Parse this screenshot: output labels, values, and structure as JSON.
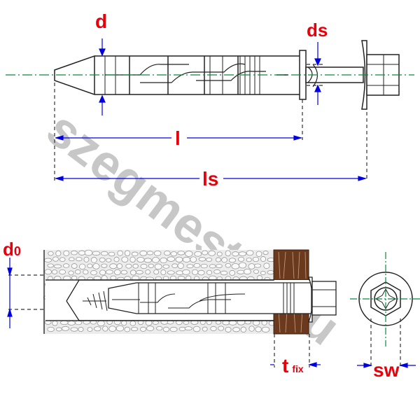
{
  "watermark": "szegmester.hu",
  "labels": {
    "d": "d",
    "ds": "ds",
    "l": "l",
    "ls": "ls",
    "d0_main": "d",
    "d0_sub": "0",
    "t_main": "t",
    "t_sub": "fix",
    "sw": "sw"
  },
  "colors": {
    "label": "#e8000b",
    "dimension": "#0000e0",
    "centerline": "#0a8a3a",
    "wood": "#6b3a1e",
    "concrete": "#e6e6e6"
  }
}
